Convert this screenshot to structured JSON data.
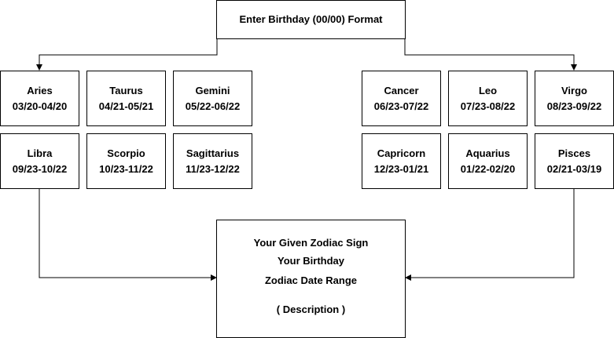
{
  "start": {
    "label": "Enter Birthday (00/00) Format"
  },
  "signs_left": [
    {
      "name": "Aries",
      "range": "03/20-04/20"
    },
    {
      "name": "Taurus",
      "range": "04/21-05/21"
    },
    {
      "name": "Gemini",
      "range": "05/22-06/22"
    },
    {
      "name": "Libra",
      "range": "09/23-10/22"
    },
    {
      "name": "Scorpio",
      "range": "10/23-11/22"
    },
    {
      "name": "Sagittarius",
      "range": "11/23-12/22"
    }
  ],
  "signs_right": [
    {
      "name": "Cancer",
      "range": "06/23-07/22"
    },
    {
      "name": "Leo",
      "range": "07/23-08/22"
    },
    {
      "name": "Virgo",
      "range": "08/23-09/22"
    },
    {
      "name": "Capricorn",
      "range": "12/23-01/21"
    },
    {
      "name": "Aquarius",
      "range": "01/22-02/20"
    },
    {
      "name": "Pisces",
      "range": "02/21-03/19"
    }
  ],
  "result": {
    "line1": "Your Given Zodiac Sign",
    "line2": "Your Birthday",
    "line3": "Zodiac Date Range",
    "line4": "( Description )"
  },
  "colors": {
    "stroke": "#000000",
    "fill": "#ffffff",
    "text": "#000000"
  }
}
